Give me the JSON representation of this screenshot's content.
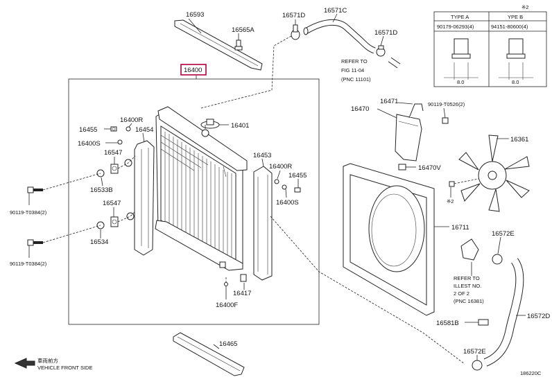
{
  "callouts": {
    "c16593": "16593",
    "c16565A": "16565A",
    "c16571D_top": "16571D",
    "c16571C": "16571C",
    "c16571D_right": "16571D",
    "c16400": "16400",
    "c16401": "16401",
    "c16400R_left": "16400R",
    "c16455_left": "16455",
    "c16454": "16454",
    "c16400S_left": "16400S",
    "c16547_top": "16547",
    "c16533B": "16533B",
    "c16547_mid": "16547",
    "c16534": "16534",
    "c90119_top": "90119-T0384(2)",
    "c90119_bottom": "90119-T0384(2)",
    "c16453": "16453",
    "c16400R_right": "16400R",
    "c16455_right": "16455",
    "c16400S_right": "16400S",
    "c16417": "16417",
    "c16400F": "16400F",
    "c16465": "16465",
    "c16470": "16470",
    "c16471": "16471",
    "c90119_T0526": "90119-T0526(2)",
    "c16470V": "16470V",
    "c16361": "16361",
    "c2": "※2",
    "c16711": "16711",
    "c16572E_top": "16572E",
    "c16581B": "16581B",
    "c16572D": "16572D",
    "c16572E_bottom": "16572E"
  },
  "refer_fig": {
    "line1": "REFER TO",
    "line2": "FIG 11-04",
    "line3": "(PNC 11101)"
  },
  "refer_illust": {
    "line1": "REFER TO",
    "line2": "ILLEST NO.",
    "line3": "2 OF 2",
    "line4": "(PNC 16381)"
  },
  "table": {
    "mark": "※2",
    "type_a": "TYPE A",
    "type_b": "YPE B",
    "part_a": "90179-06293(4)",
    "part_b": "94151-80600(4)",
    "dim_a": "8.0",
    "dim_b": "8.0"
  },
  "footer": {
    "direction_cn": "車両前方",
    "direction_en": "VEHICLE FRONT SIDE",
    "figure_id": "186220C"
  }
}
